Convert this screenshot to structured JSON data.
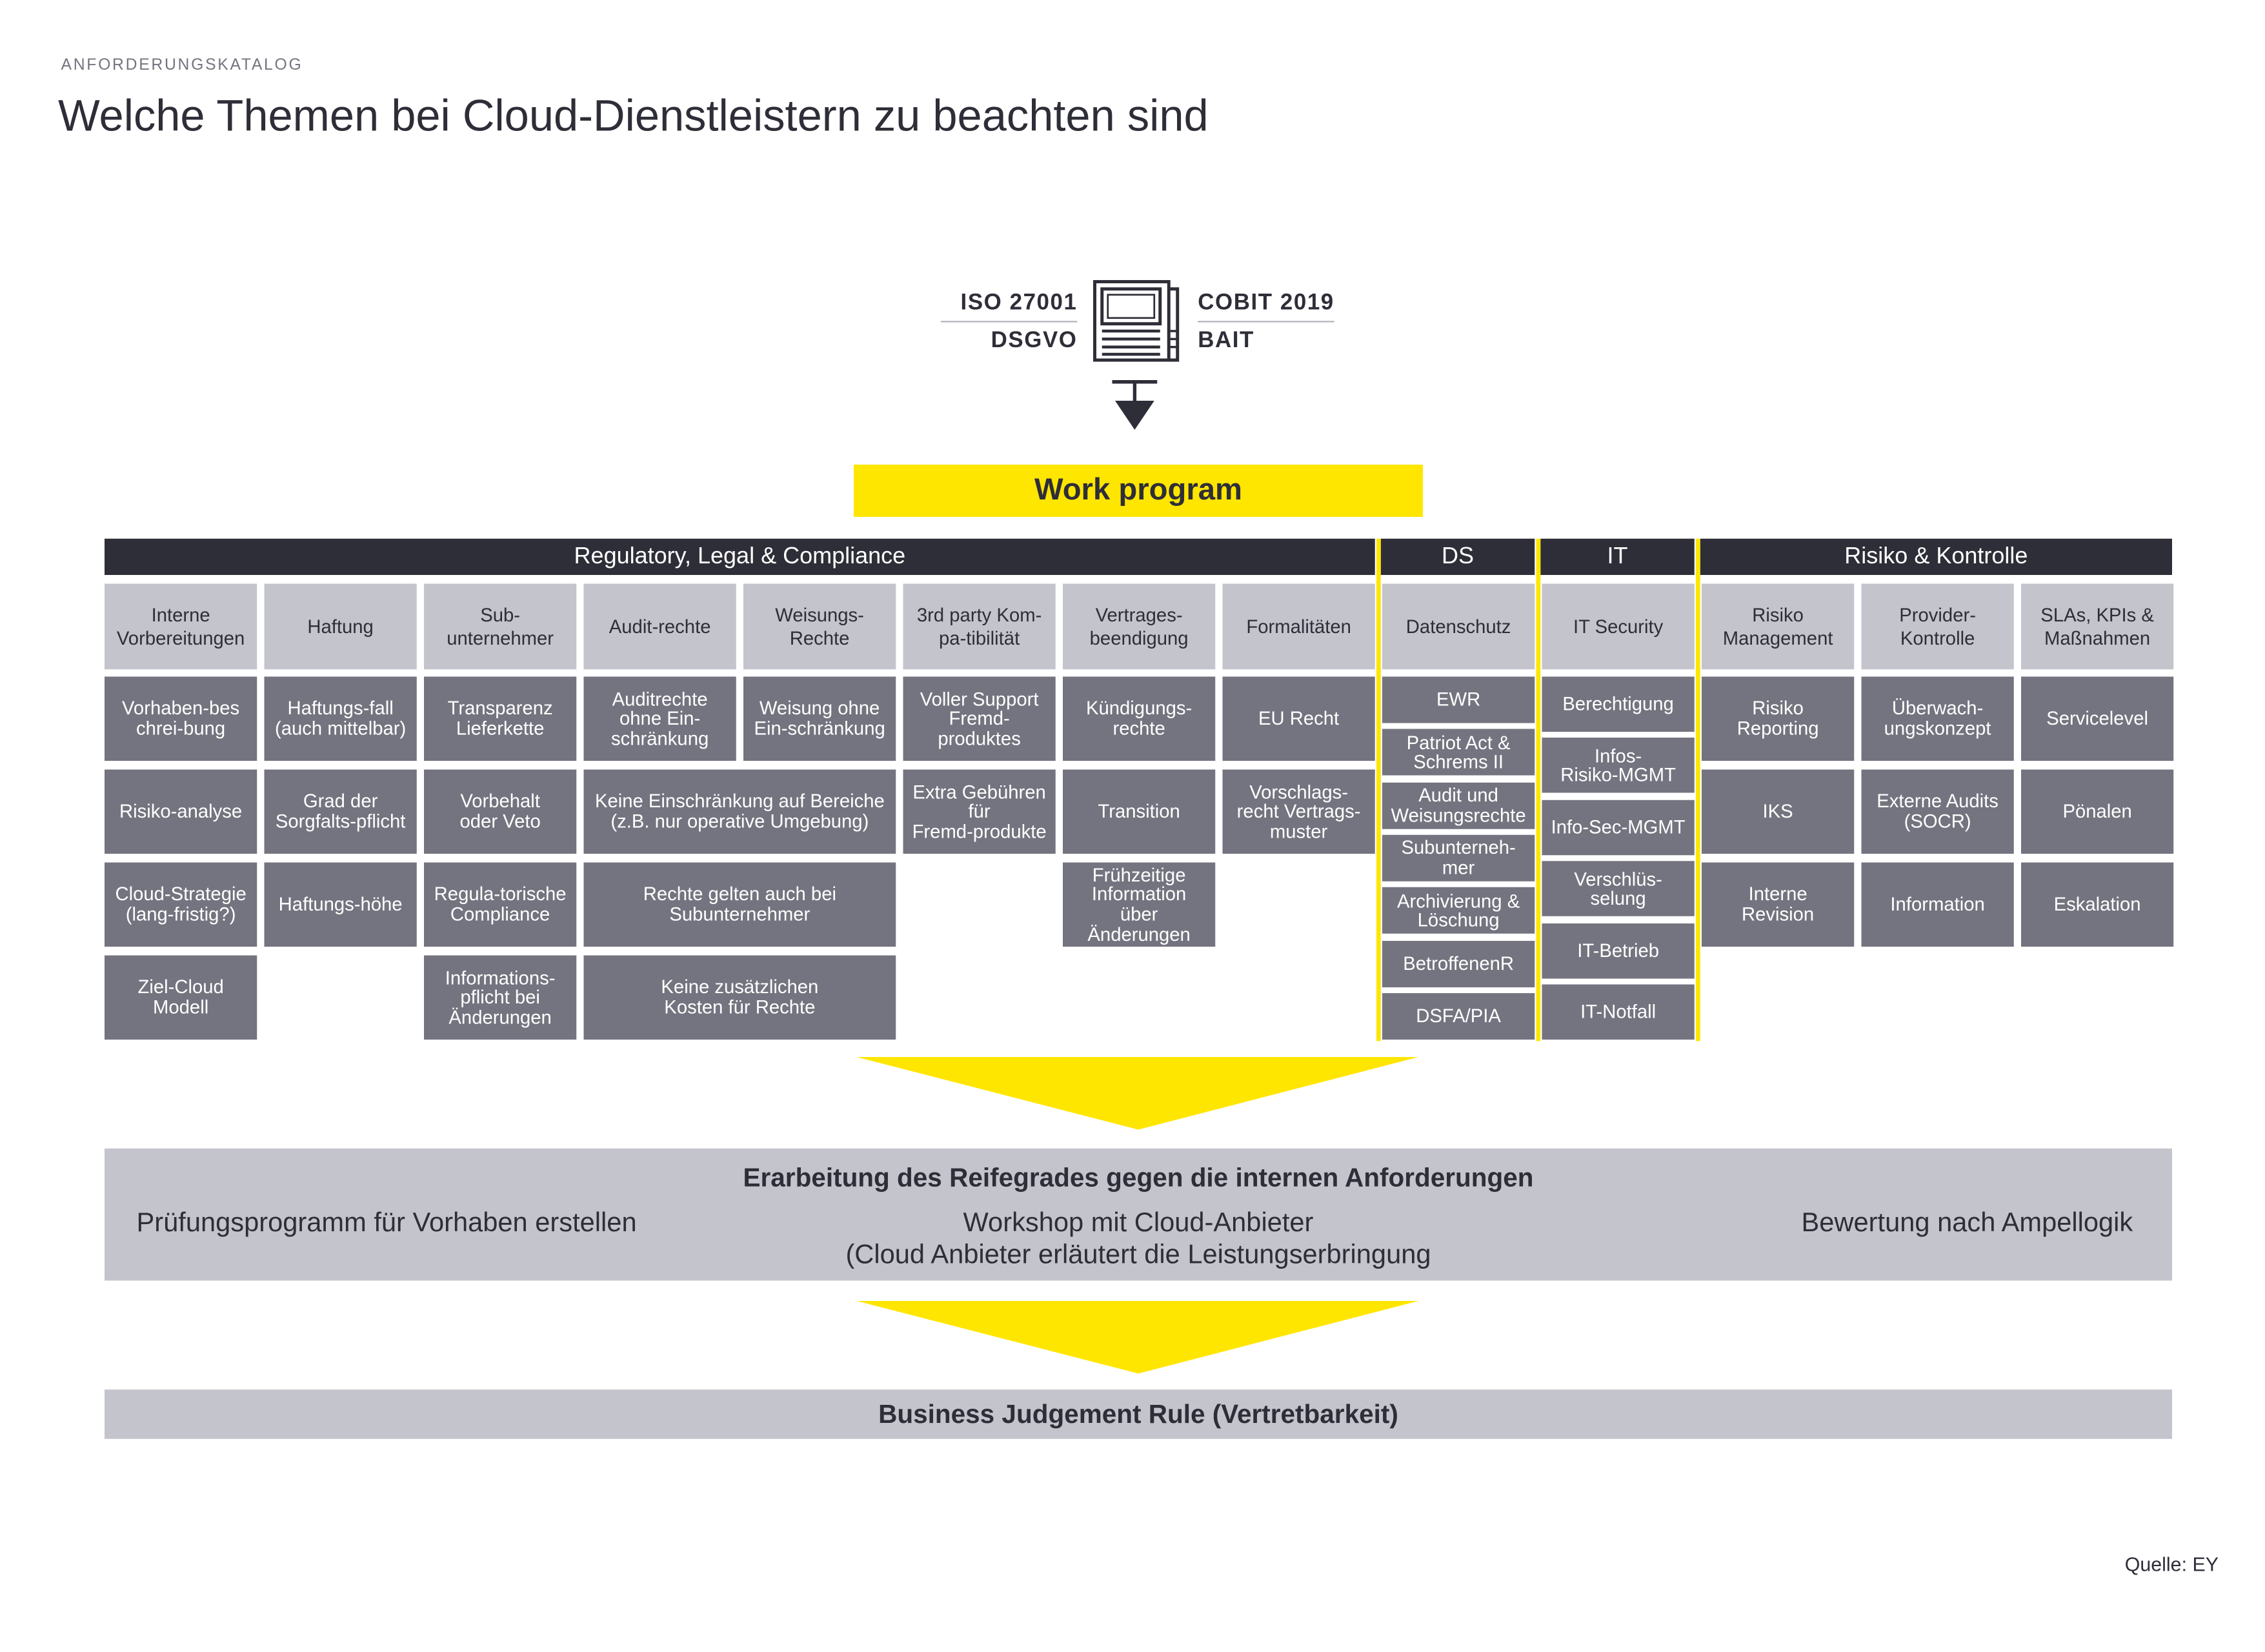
{
  "header": {
    "kicker": "ANFORDERUNGSKATALOG",
    "title": "Welche Themen bei Cloud-Dienstleistern zu beachten sind"
  },
  "standards": {
    "left": [
      "ISO 27001",
      "DSGVO"
    ],
    "right": [
      "COBIT 2019",
      "BAIT"
    ]
  },
  "work_program": {
    "label": "Work program"
  },
  "categories": [
    "Regulatory, Legal & Compliance",
    "DS",
    "IT",
    "Risiko & Kontrolle"
  ],
  "columns": [
    {
      "header": "Interne\nVorbereitungen",
      "items": [
        "Vorhaben-bes\nchrei-bung",
        "Risiko-analyse",
        "Cloud-Strategie\n(lang-fristig?)",
        "Ziel-Cloud\nModell"
      ]
    },
    {
      "header": "Haftung",
      "items": [
        "Haftungs-fall\n(auch mittelbar)",
        "Grad der\nSorgfalts-pflicht",
        "Haftungs-höhe"
      ]
    },
    {
      "header": "Sub-\nunternehmer",
      "items": [
        "Transparenz\nLieferkette",
        "Vorbehalt\noder Veto",
        "Regula-torische\nCompliance",
        "Informations-\npflicht bei\nÄnderungen"
      ]
    },
    {
      "header": "Audit-rechte",
      "items": [
        "Auditrechte\nohne Ein-\nschränkung"
      ]
    },
    {
      "header": "Weisungs-\nRechte",
      "items": [
        "Weisung ohne\nEin-schränkung"
      ]
    },
    {
      "header": "3rd party Kom-\npa-tibilität",
      "items": [
        "Voller Support\nFremd-\nproduktes",
        "Extra Gebühren\nfür\nFremd-produkte"
      ]
    },
    {
      "header": "Vertrages-\nbeendigung",
      "items": [
        "Kündigungs-\nrechte",
        "Transition",
        "Frühzeitige\nInformation\nüber\nÄnderungen"
      ]
    },
    {
      "header": "Formalitäten",
      "items": [
        "EU Recht",
        "Vorschlags-\nrecht Vertrags-\nmuster"
      ]
    },
    {
      "header": "Datenschutz",
      "items": [
        "EWR",
        "Patriot Act &\nSchrems II",
        "Audit und\nWeisungsrechte",
        "Subunterneh-\nmer",
        "Archivierung &\nLöschung",
        "BetroffenenR",
        "DSFA/PIA"
      ]
    },
    {
      "header": "IT Security",
      "items": [
        "Berechtigung",
        "Infos-\nRisiko-MGMT",
        "Info-Sec-MGMT",
        "Verschlüs-\nselung",
        "IT-Betrieb",
        "IT-Notfall"
      ]
    },
    {
      "header": "Risiko\nManagement",
      "items": [
        "Risiko\nReporting",
        "IKS",
        "Interne\nRevision"
      ]
    },
    {
      "header": "Provider-\nKontrolle",
      "items": [
        "Überwach-\nungskonzept",
        "Externe Audits\n(SOCR)",
        "Information"
      ]
    },
    {
      "header": "SLAs, KPIs &\nMaßnahmen",
      "items": [
        "Servicelevel",
        "Pönalen",
        "Eskalation"
      ]
    }
  ],
  "audit_weisung_shared": [
    "Keine Einschränkung auf Bereiche\n(z.B. nur operative Umgebung)",
    "Rechte gelten auch bei\nSubunternehmer",
    "Keine zusätzlichen\nKosten für Rechte"
  ],
  "maturity_phase": {
    "title": "Erarbeitung des Reifegrades gegen die internen Anforderungen",
    "left": "Prüfungsprogramm für Vorhaben erstellen",
    "center": [
      "Workshop mit Cloud-Anbieter",
      "(Cloud Anbieter erläutert die Leistungserbringung"
    ],
    "right": "Bewertung nach Ampellogik"
  },
  "outcome": "Business Judgement Rule (Vertretbarkeit)",
  "source_note": "Quelle: EY",
  "icons": {
    "standards": "document-icon",
    "flow": "down-arrow-icon",
    "transition": "funnel-arrow-icon"
  },
  "colors": {
    "brand_yellow": "#ffe600",
    "dark": "#2e2e38",
    "cell_gray": "#747480",
    "light_gray": "#c4c4cd"
  }
}
